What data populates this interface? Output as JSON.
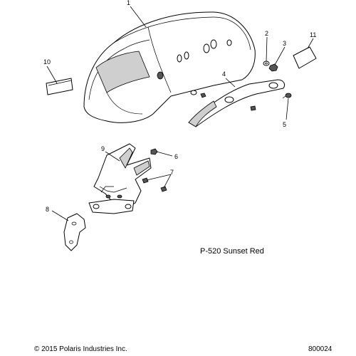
{
  "callouts": {
    "c1": "1",
    "c2": "2",
    "c3": "3",
    "c4": "4",
    "c5": "5",
    "c6": "6",
    "c7": "7",
    "c8": "8",
    "c9": "9",
    "c10": "10",
    "c11": "11"
  },
  "finish_caption": "P-520  Sunset Red",
  "copyright": "© 2015 Polaris Industries Inc.",
  "figure_number": "800024"
}
